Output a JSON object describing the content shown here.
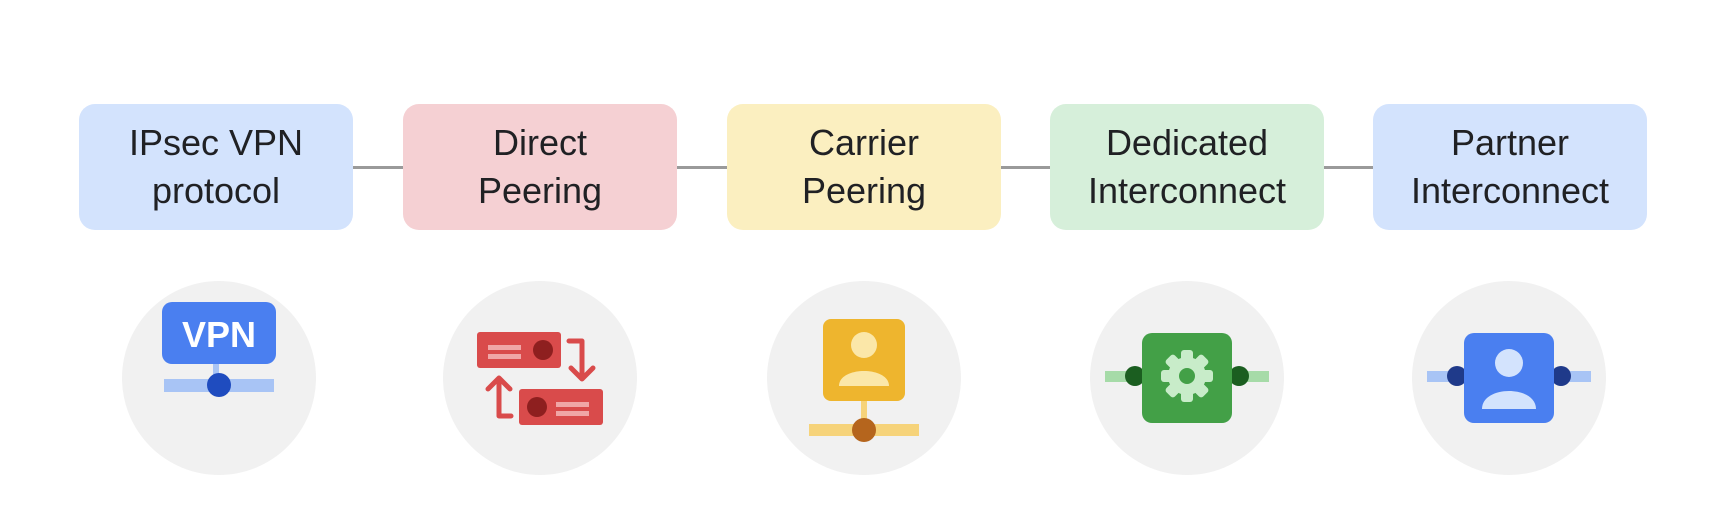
{
  "options": [
    {
      "line1": "IPsec VPN",
      "line2": "protocol",
      "color": "#d3e3fd",
      "icon": "vpn-icon"
    },
    {
      "line1": "Direct",
      "line2": "Peering",
      "color": "#f5d0d3",
      "icon": "direct-peering-icon"
    },
    {
      "line1": "Carrier",
      "line2": "Peering",
      "color": "#fbefc0",
      "icon": "carrier-peering-icon"
    },
    {
      "line1": "Dedicated",
      "line2": "Interconnect",
      "color": "#d6efda",
      "icon": "dedicated-interconnect-icon"
    },
    {
      "line1": "Partner",
      "line2": "Interconnect",
      "color": "#d3e3fd",
      "icon": "partner-interconnect-icon"
    }
  ],
  "icons": {
    "vpn_label": "VPN"
  },
  "colors": {
    "connector": "#9a9a9a",
    "circle_bg": "#f1f1f1",
    "blue": "#4a7ff0",
    "blue_light": "#a8c4f5",
    "blue_dark": "#1f4cbf",
    "red": "#d94b4b",
    "red_light": "#f0a6a6",
    "yellow": "#eeb52e",
    "yellow_light": "#f6d37a",
    "brown": "#b5651d",
    "green": "#43a047",
    "green_light": "#a6dba8",
    "green_dark": "#1b5e20"
  }
}
